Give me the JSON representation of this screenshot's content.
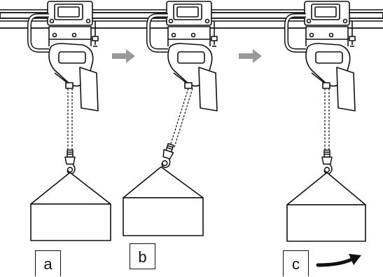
{
  "colors": {
    "line": "#111111",
    "arrow": "#9a9a9a",
    "motion_arrow": "#111111",
    "background": "#ffffff"
  },
  "panels": [
    {
      "label": "a",
      "icon": "hoist-hanging-vertical-icon"
    },
    {
      "label": "b",
      "icon": "hoist-load-swinging-icon"
    },
    {
      "label": "c",
      "icon": "hoist-traveling-icon"
    }
  ],
  "transitions": [
    {
      "icon": "gray-right-arrow-icon"
    },
    {
      "icon": "gray-right-arrow-icon"
    }
  ],
  "motion_indicator": {
    "icon": "curved-motion-arrow-icon"
  }
}
